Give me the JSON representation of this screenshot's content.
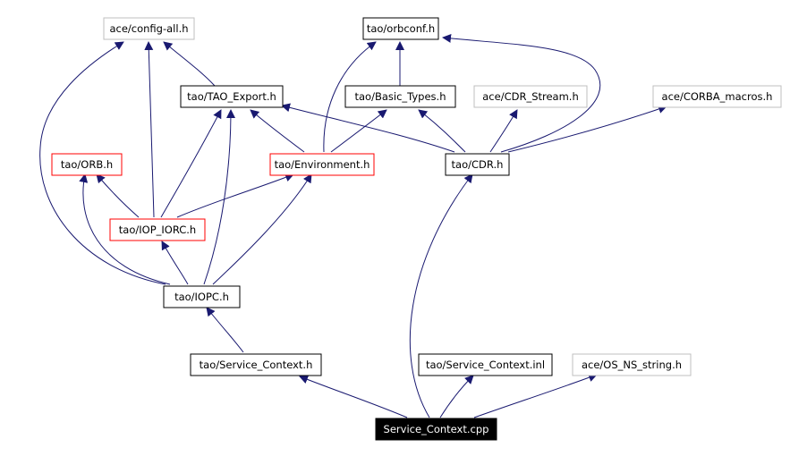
{
  "colors": {
    "edge": "#191970",
    "box_normal": "#000000",
    "box_external": "#bfbfbf",
    "box_red": "#ff0000",
    "box_root_fill": "#000000",
    "text_normal": "#000000",
    "text_root": "#ffffff"
  },
  "nodes": {
    "config_all": {
      "label": "ace/config-all.h",
      "style": "external"
    },
    "orbconf": {
      "label": "tao/orbconf.h",
      "style": "normal"
    },
    "tao_export": {
      "label": "tao/TAO_Export.h",
      "style": "normal"
    },
    "basic_types": {
      "label": "tao/Basic_Types.h",
      "style": "normal"
    },
    "cdr_stream": {
      "label": "ace/CDR_Stream.h",
      "style": "external"
    },
    "corba_macros": {
      "label": "ace/CORBA_macros.h",
      "style": "external"
    },
    "orb": {
      "label": "tao/ORB.h",
      "style": "red"
    },
    "environment": {
      "label": "tao/Environment.h",
      "style": "red"
    },
    "cdr": {
      "label": "tao/CDR.h",
      "style": "normal"
    },
    "iop_iorc": {
      "label": "tao/IOP_IORC.h",
      "style": "red"
    },
    "iopc": {
      "label": "tao/IOPC.h",
      "style": "normal"
    },
    "service_context_h": {
      "label": "tao/Service_Context.h",
      "style": "normal"
    },
    "service_context_inl": {
      "label": "tao/Service_Context.inl",
      "style": "normal"
    },
    "os_ns_string": {
      "label": "ace/OS_NS_string.h",
      "style": "external"
    },
    "service_context_cpp": {
      "label": "Service_Context.cpp",
      "style": "root"
    }
  }
}
